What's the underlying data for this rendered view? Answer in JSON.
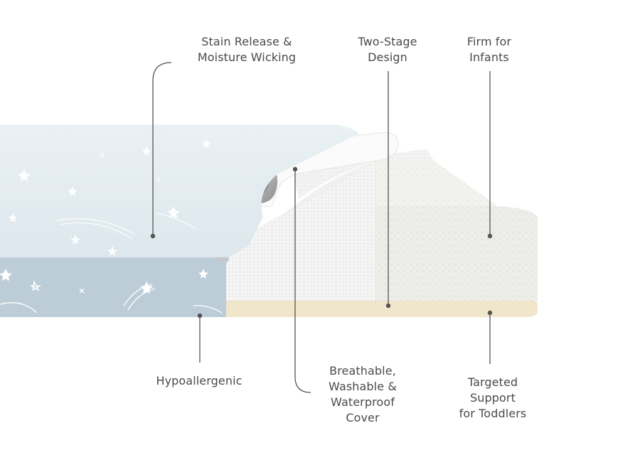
{
  "labels": {
    "stain_release": [
      "Stain Release &",
      "Moisture Wicking"
    ],
    "two_stage": [
      "Two-Stage",
      "Design"
    ],
    "firm_infants": [
      "Firm for",
      "Infants"
    ],
    "hypoallergenic": [
      "Hypoallergenic"
    ],
    "breathable": [
      "Breathable,",
      "Washable &",
      "Waterproof",
      "Cover"
    ],
    "targeted_support": [
      "Targeted",
      "Support",
      "for Toddlers"
    ]
  },
  "colors": {
    "label_text": "#4a4a4a",
    "leader_line": "#555555",
    "sheet_top": "#e6eef3",
    "sheet_side": "#b9cbd6",
    "cover_white": "#f7f7f7",
    "foam": "#ececea",
    "toddler_layer": "#efe6cc"
  }
}
